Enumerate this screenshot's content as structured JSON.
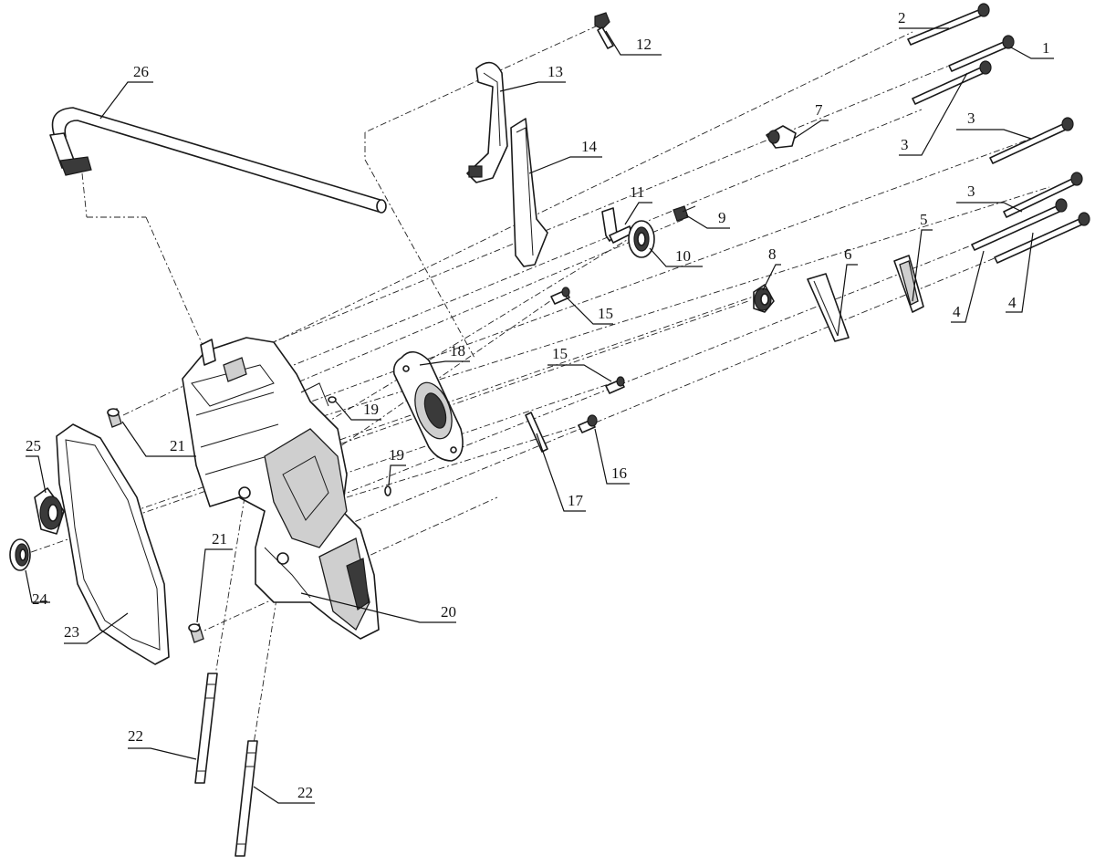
{
  "callouts": {
    "c1": "1",
    "c2": "2",
    "c3a": "3",
    "c3b": "3",
    "c3c": "3",
    "c4a": "4",
    "c4b": "4",
    "c5": "5",
    "c6": "6",
    "c7": "7",
    "c8": "8",
    "c9": "9",
    "c10": "10",
    "c11": "11",
    "c12": "12",
    "c13": "13",
    "c14": "14",
    "c15a": "15",
    "c15b": "15",
    "c16": "16",
    "c17": "17",
    "c18": "18",
    "c19a": "19",
    "c19b": "19",
    "c20": "20",
    "c21a": "21",
    "c21b": "21",
    "c22a": "22",
    "c22b": "22",
    "c23": "23",
    "c24": "24",
    "c25": "25",
    "c26": "26"
  }
}
